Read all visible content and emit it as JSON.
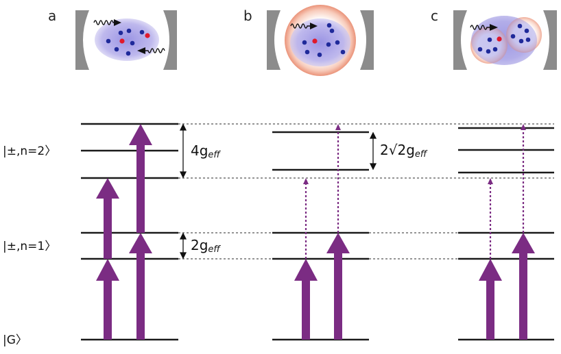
{
  "panels": [
    {
      "label": "a"
    },
    {
      "label": "b"
    },
    {
      "label": "c"
    }
  ],
  "state_labels": {
    "n2": "|±,n=2〉",
    "n1": "|±,n=1〉",
    "ground": "|G〉"
  },
  "gap_labels": {
    "a_upper": {
      "prefix": "4g",
      "sub": "eff"
    },
    "a_lower": {
      "prefix": "2g",
      "sub": "eff"
    },
    "b_upper": {
      "prefix": "2√2g",
      "sub": "eff"
    }
  },
  "colors": {
    "arrow": "#7b2c83",
    "mirror": "#8c8c8c",
    "atom_blue": "#1f2a9a",
    "atom_red": "#e0192b",
    "cloud": "#b9b3e6",
    "halo": "#f4b9a4"
  },
  "icons": [
    "cavity-mirror-icon",
    "photon-wave-icon",
    "atom-cloud-icon"
  ]
}
